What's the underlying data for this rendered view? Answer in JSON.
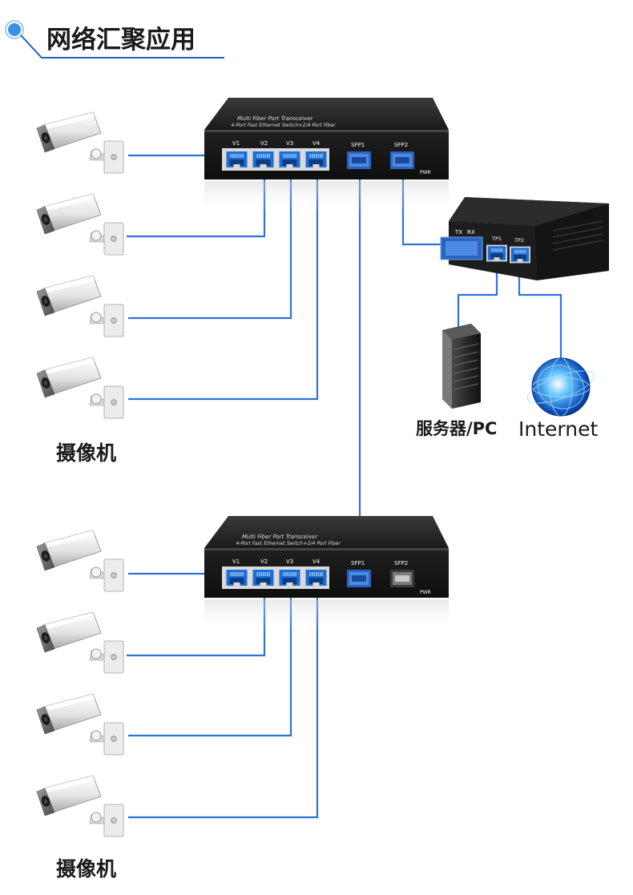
{
  "header": {
    "title": "网络汇聚应用",
    "accent_color": "#3b8fe6",
    "line_color": "#1a5fc8"
  },
  "camera_group_label": "摄像机",
  "switches": [
    {
      "brand_line1": "Multi Fiber Port Transceiver",
      "brand_line2": "4-Port Fast Ethernet Switch+2/4 Port Fiber",
      "rj45_ports": [
        "V1",
        "V2",
        "V3",
        "V4"
      ],
      "sfp_ports": [
        "SFP1",
        "SFP2"
      ],
      "power_label": "PWR"
    },
    {
      "brand_line1": "Multi Fiber Port Transceiver",
      "brand_line2": "4-Port Fast Ethernet Switch+2/4 Port Fiber",
      "rj45_ports": [
        "V1",
        "V2",
        "V3",
        "V4"
      ],
      "sfp_ports": [
        "SFP1",
        "SFP2"
      ],
      "power_label": "PWR"
    }
  ],
  "media_converter": {
    "fiber_labels": [
      "TX",
      "RX"
    ],
    "port_labels": [
      "TP1",
      "TP2"
    ]
  },
  "endpoints": {
    "server_label": "服务器/PC",
    "internet_label": "Internet"
  },
  "icons": [
    "camera-icon",
    "server-icon",
    "globe-icon",
    "switch-icon",
    "media-converter-icon"
  ]
}
